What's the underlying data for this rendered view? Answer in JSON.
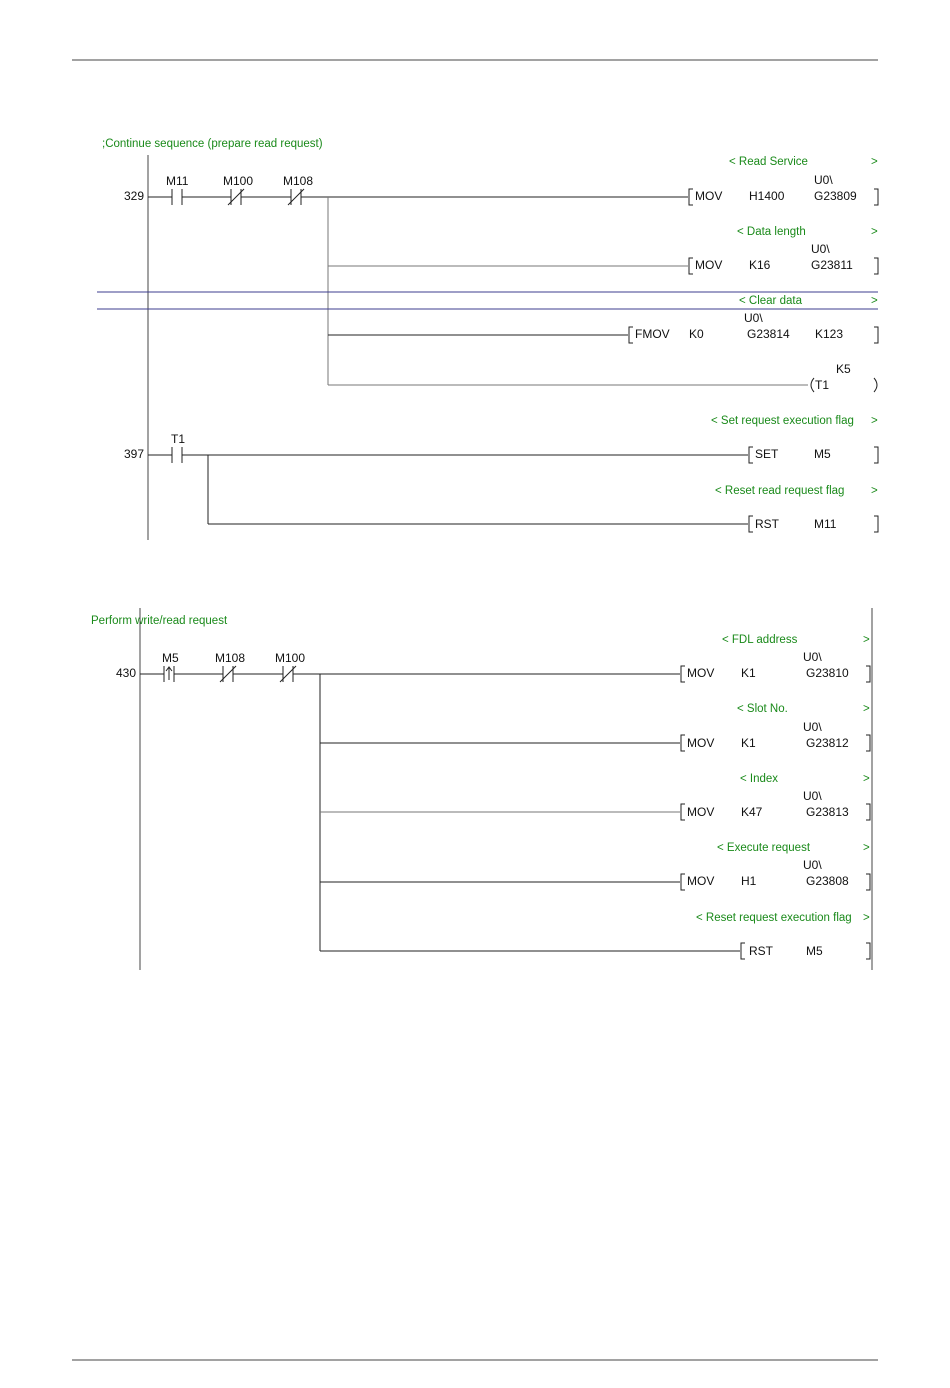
{
  "section1": {
    "comment": ";Continue sequence (prepare read request)",
    "rung1": {
      "step": "329",
      "contacts": [
        "M11",
        "M100",
        "M108"
      ],
      "branches": [
        {
          "comment": "< Read Service",
          "arrow": ">",
          "instr": "MOV",
          "op1": "H1400",
          "prefix": "U0\\",
          "op2": "G23809"
        },
        {
          "comment": "< Data length",
          "arrow": ">",
          "instr": "MOV",
          "op1": "K16",
          "prefix": "U0\\",
          "op2": "G23811"
        },
        {
          "comment": "< Clear data",
          "arrow": ">",
          "instr": "FMOV",
          "op1": "K0",
          "prefix": "U0\\",
          "op2": "G23814",
          "op3": "K123"
        },
        {
          "instr": "T1",
          "setting": "K5"
        }
      ]
    },
    "rung2": {
      "step": "397",
      "contacts": [
        "T1"
      ],
      "branches": [
        {
          "comment": "< Set request execution flag",
          "arrow": ">",
          "instr": "SET",
          "op1": "M5"
        },
        {
          "comment": "< Reset read request flag",
          "arrow": ">",
          "instr": "RST",
          "op1": "M11"
        }
      ]
    }
  },
  "section2": {
    "comment": "Perform write/read request",
    "rung1": {
      "step": "430",
      "contacts": [
        "M5",
        "M108",
        "M100"
      ],
      "branches": [
        {
          "comment": "< FDL address",
          "arrow": ">",
          "instr": "MOV",
          "op1": "K1",
          "prefix": "U0\\",
          "op2": "G23810"
        },
        {
          "comment": "< Slot No.",
          "arrow": ">",
          "instr": "MOV",
          "op1": "K1",
          "prefix": "U0\\",
          "op2": "G23812"
        },
        {
          "comment": "< Index",
          "arrow": ">",
          "instr": "MOV",
          "op1": "K47",
          "prefix": "U0\\",
          "op2": "G23813"
        },
        {
          "comment": "< Execute request",
          "arrow": ">",
          "instr": "MOV",
          "op1": "H1",
          "prefix": "U0\\",
          "op2": "G23808"
        },
        {
          "comment": "< Reset request execution flag",
          "arrow": ">",
          "instr": "RST",
          "op1": "M5"
        }
      ]
    }
  }
}
